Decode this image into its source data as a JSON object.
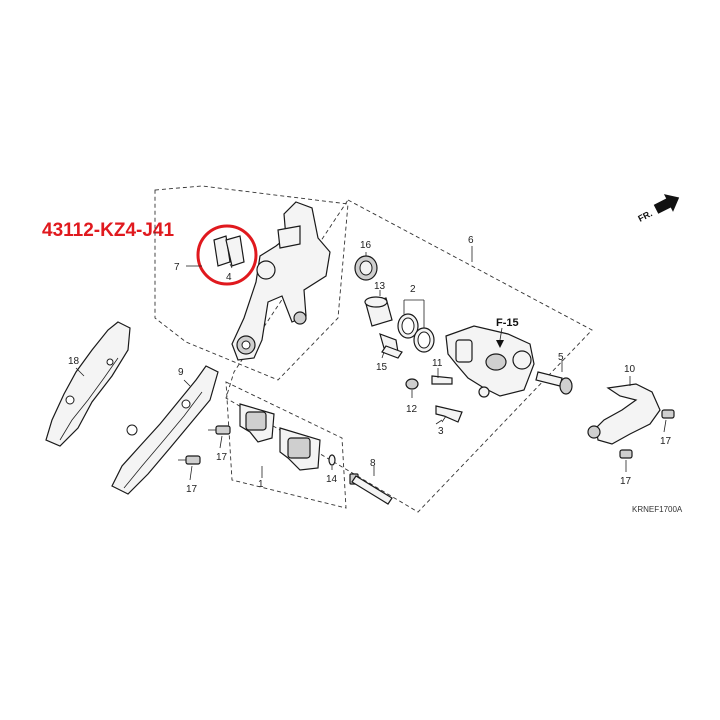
{
  "highlight": {
    "part_number": "43112-KZ4-J41",
    "circle_color": "#e0191e"
  },
  "callouts": {
    "c1": "1",
    "c2": "2",
    "c3": "3",
    "c4": "4",
    "c5": "5",
    "c6": "6",
    "c7": "7",
    "c8": "8",
    "c9": "9",
    "c10": "10",
    "c11": "11",
    "c12": "12",
    "c13": "13",
    "c14": "14",
    "c15": "15",
    "c16": "16",
    "c17a": "17",
    "c17b": "17",
    "c17c": "17",
    "c17d": "17",
    "c18": "18"
  },
  "reference": "F-15",
  "direction": "FR.",
  "diagram_code": "KRNEF1700A"
}
